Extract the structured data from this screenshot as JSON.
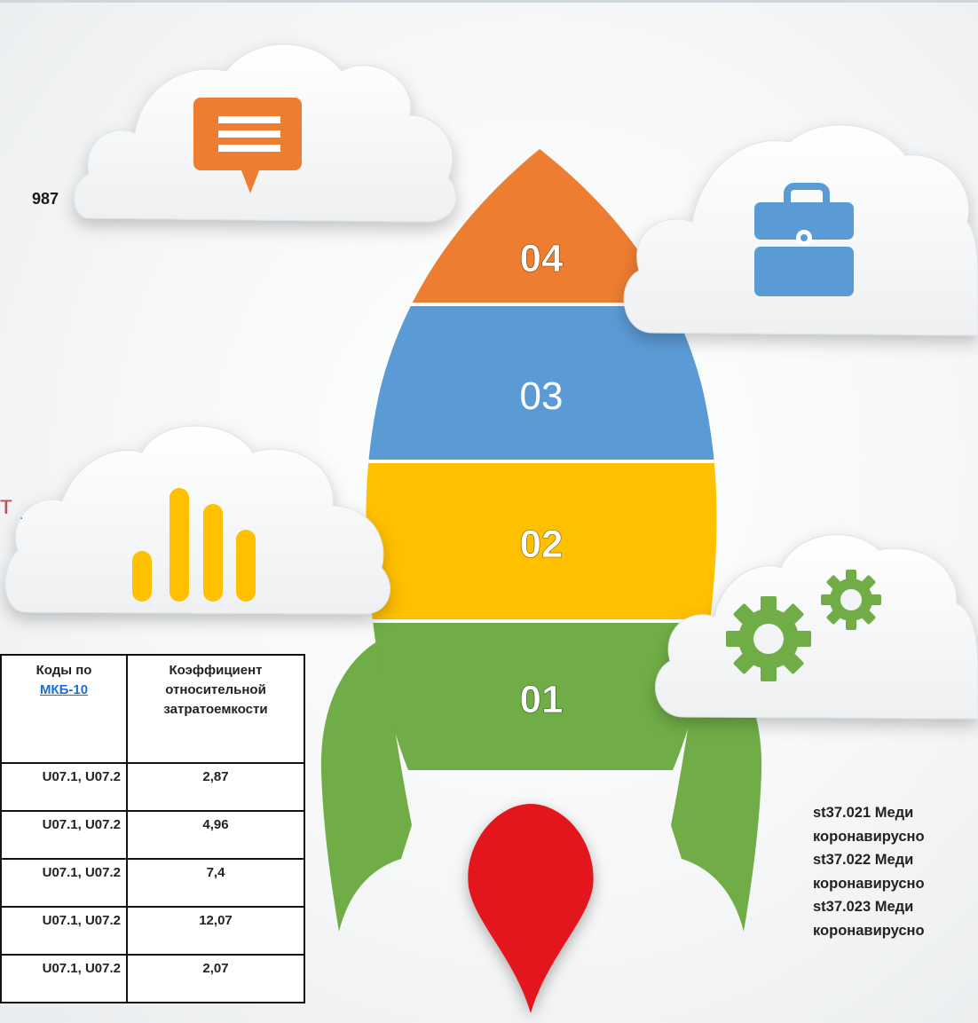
{
  "stray_text": {
    "number": "987",
    "letter": "т",
    "dot": "."
  },
  "stages": [
    {
      "label": "04",
      "color": "#ed7d31"
    },
    {
      "label": "03",
      "color": "#5b9bd5"
    },
    {
      "label": "02",
      "color": "#ffc000"
    },
    {
      "label": "01",
      "color": "#70ad47"
    }
  ],
  "icons": {
    "message": "message-icon",
    "briefcase": "briefcase-icon",
    "chart": "bar-chart-icon",
    "gears": "gears-icon",
    "pin": "map-pin-icon"
  },
  "colors": {
    "orange": "#ed7d31",
    "blue": "#5b9bd5",
    "yellow": "#ffc000",
    "green": "#70ad47",
    "red": "#e2191c",
    "link": "#1f6fc8"
  },
  "table": {
    "headers": {
      "codes_prefix": "Коды по",
      "codes_link": "МКБ-10",
      "coef_line1": "Коэффициент",
      "coef_line2": "относительной",
      "coef_line3": "затратоемкости"
    },
    "rows": [
      {
        "codes": "U07.1, U07.2",
        "coef": "2,87"
      },
      {
        "codes": "U07.1, U07.2",
        "coef": "4,96"
      },
      {
        "codes": "U07.1, U07.2",
        "coef": "7,4"
      },
      {
        "codes": "U07.1, U07.2",
        "coef": "12,07"
      },
      {
        "codes": "U07.1, U07.2",
        "coef": "2,07"
      }
    ]
  },
  "right_text": [
    "st37.021 Меди",
    "коронавирусно",
    "st37.022 Меди",
    "коронавирусно",
    "st37.023 Меди",
    "коронавирусно"
  ]
}
